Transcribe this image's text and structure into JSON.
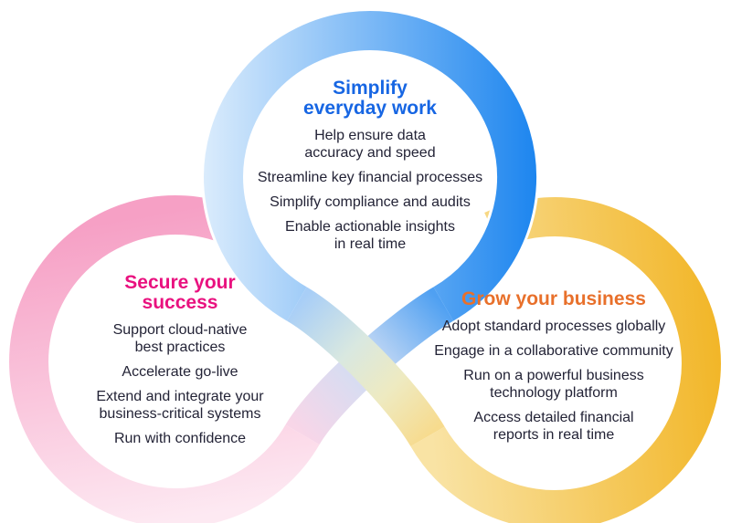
{
  "background": "#ffffff",
  "text_color": "#232336",
  "loops": [
    {
      "name": "simplify-everyday-work",
      "title_lines": [
        "Simplify",
        "everyday work"
      ],
      "title_color": "#1766e3",
      "ribbon_colors": {
        "start": "#d9ebfc",
        "end": "#1e86ef"
      },
      "items": [
        {
          "lines": [
            "Help ensure data",
            "accuracy and speed"
          ]
        },
        {
          "lines": [
            "Streamline key financial processes"
          ]
        },
        {
          "lines": [
            "Simplify compliance and audits"
          ]
        },
        {
          "lines": [
            "Enable actionable insights",
            "in real time"
          ]
        }
      ]
    },
    {
      "name": "secure-your-success",
      "title_lines": [
        "Secure your",
        "success"
      ],
      "title_color": "#e9117f",
      "ribbon_colors": {
        "start": "#f6a0c5",
        "end": "#fde9f2"
      },
      "items": [
        {
          "lines": [
            "Support cloud-native",
            "best practices"
          ]
        },
        {
          "lines": [
            "Accelerate go-live"
          ]
        },
        {
          "lines": [
            "Extend and integrate your",
            "business-critical systems"
          ]
        },
        {
          "lines": [
            "Run with confidence"
          ]
        }
      ]
    },
    {
      "name": "grow-your-business",
      "title_lines": [
        "Grow your business"
      ],
      "title_color": "#e8702b",
      "ribbon_colors": {
        "start": "#f9e3a4",
        "end": "#f2b628"
      },
      "items": [
        {
          "lines": [
            "Adopt standard processes globally"
          ]
        },
        {
          "lines": [
            "Engage in a collaborative community"
          ]
        },
        {
          "lines": [
            "Run on a powerful business",
            "technology platform"
          ]
        },
        {
          "lines": [
            "Access detailed financial",
            "reports in real time"
          ]
        }
      ]
    }
  ],
  "connector_bands": [
    {
      "name": "simplify-to-grow",
      "gradient": [
        "#a8cef7",
        "#d9e8e0",
        "#eeeac1",
        "#f7db8e"
      ]
    },
    {
      "name": "simplify-to-secure",
      "gradient": [
        "#4fa0f2",
        "#cfdef4",
        "#f8d6e8"
      ]
    }
  ]
}
